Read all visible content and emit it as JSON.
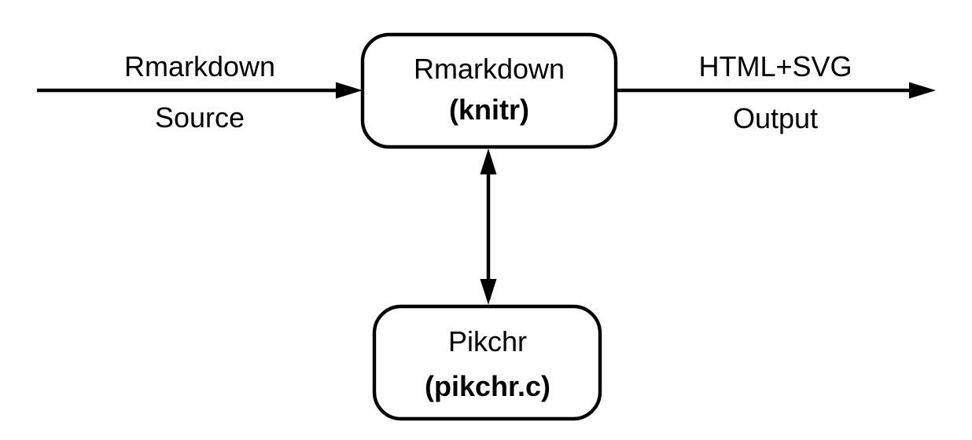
{
  "diagram": {
    "colors": {
      "ink": "#000000",
      "paper": "#ffffff"
    },
    "nodes": [
      {
        "id": "rmarkdown-knitr",
        "title": "Rmarkdown",
        "subtitle": "(knitr)"
      },
      {
        "id": "pikchr",
        "title": "Pikchr",
        "subtitle": "(pikchr.c)"
      }
    ],
    "edges": [
      {
        "id": "input",
        "label_top": "Rmarkdown",
        "label_bottom": "Source",
        "direction": "right"
      },
      {
        "id": "output",
        "label_top": "HTML+SVG",
        "label_bottom": "Output",
        "direction": "right"
      },
      {
        "id": "knitr-pikchr-link",
        "direction": "both"
      }
    ]
  }
}
